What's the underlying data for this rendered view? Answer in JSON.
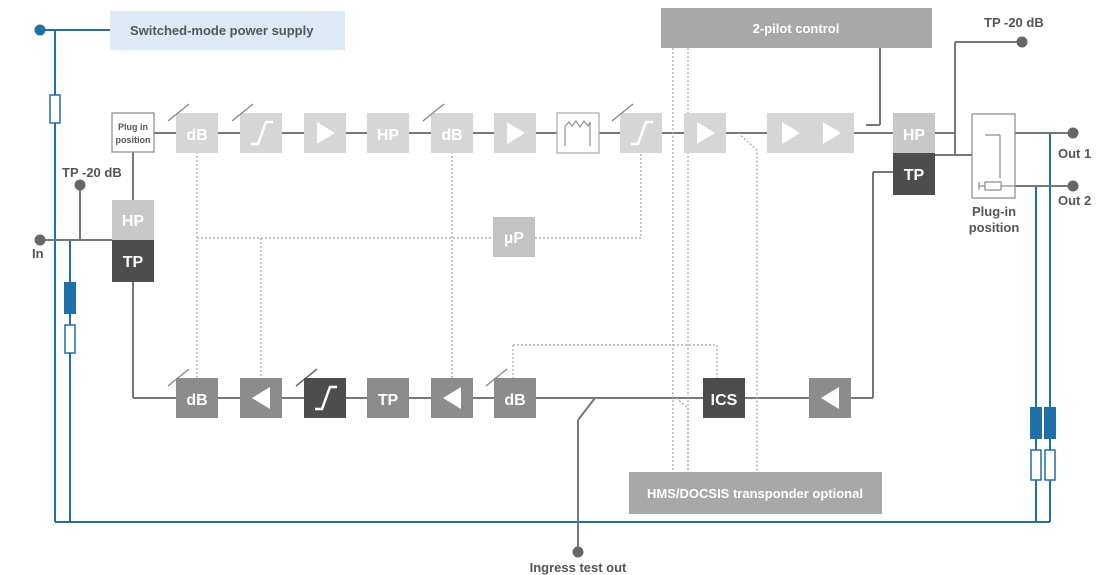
{
  "labels": {
    "psu": "Switched-mode power supply",
    "pilot": "2-pilot control",
    "tp_top": "TP -20 dB",
    "tp_left": "TP -20 dB",
    "in": "In",
    "out1": "Out 1",
    "out2": "Out 2",
    "plug_in_box_line1": "Plug in",
    "plug_in_box_line2": "position",
    "plug_in_right_line1": "Plug-in",
    "plug_in_right_line2": "position",
    "hms": "HMS/DOCSIS transponder optional",
    "ingress": "Ingress test out"
  },
  "blocks": {
    "db": "dB",
    "hp": "HP",
    "tp": "TP",
    "up": "µP",
    "ics": "ICS"
  },
  "colors": {
    "blue_line": "#1f6fa8",
    "dark_block": "#4d4d4d",
    "mid_block": "#8c8c8c",
    "light_block": "#c8c8c8",
    "psu_bg": "#dceaf5",
    "pilot_bg": "#a8a8a8"
  }
}
